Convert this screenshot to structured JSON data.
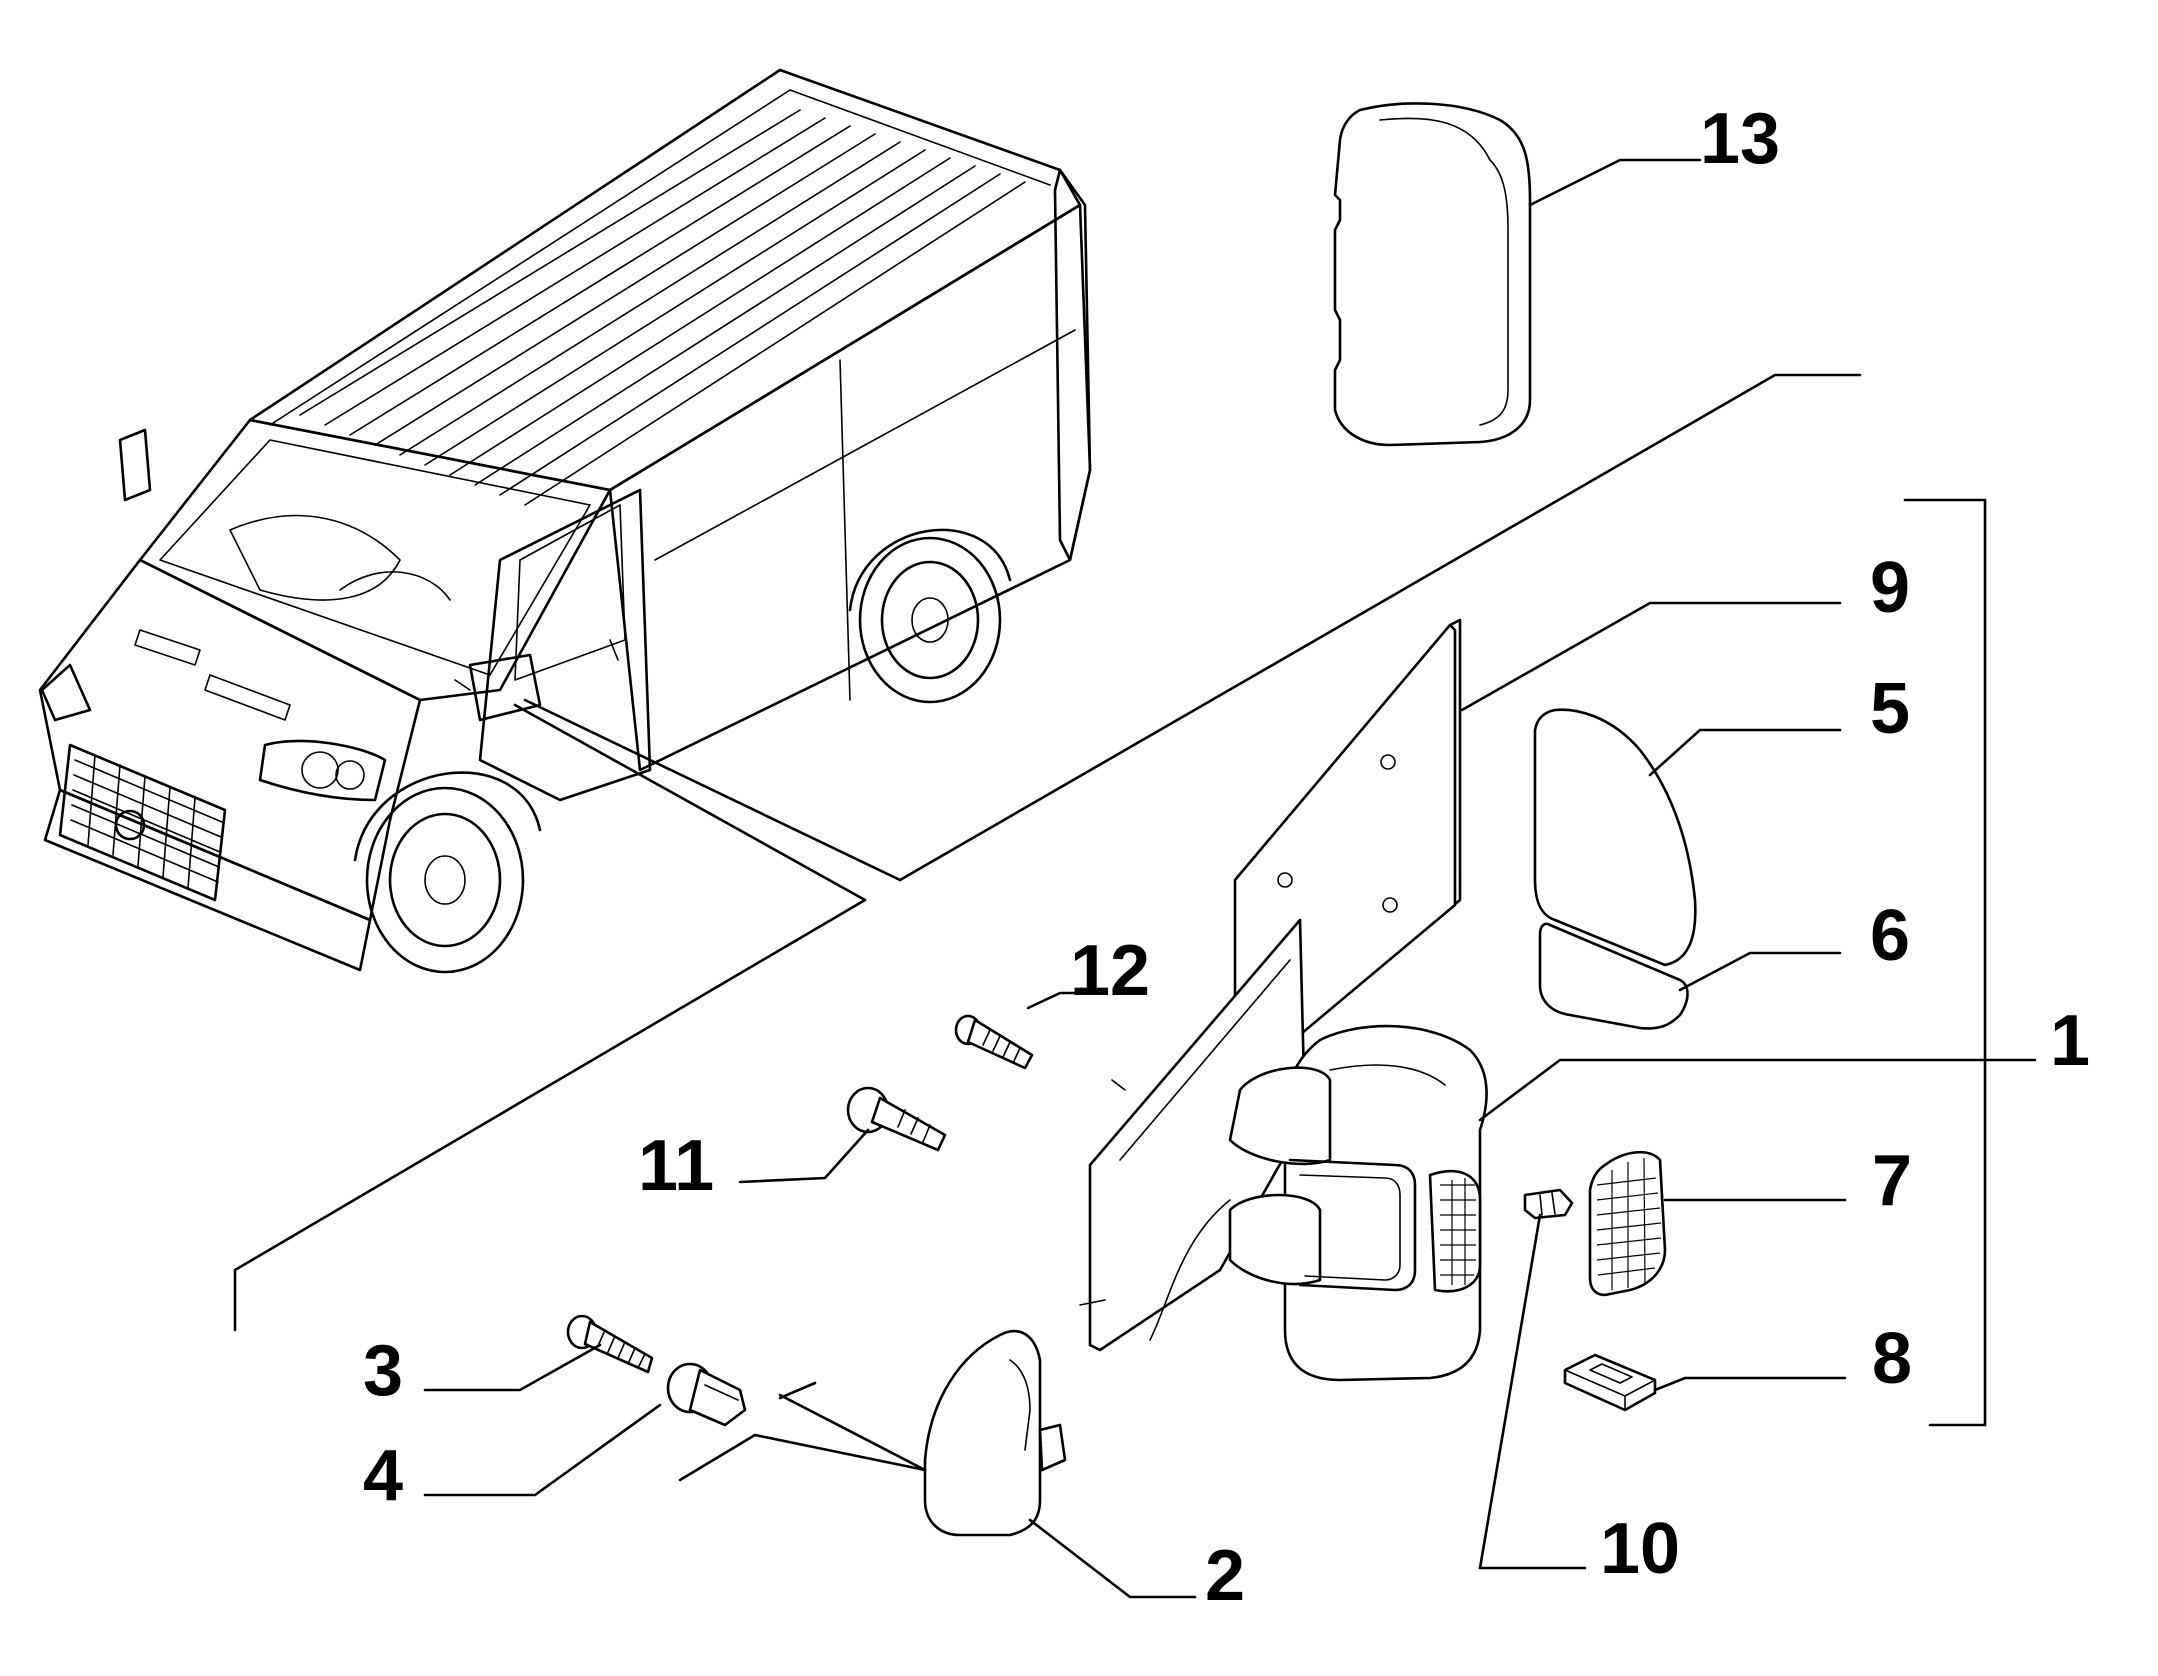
{
  "diagram": {
    "vehicle_icon_name": "van-outline-icon",
    "callouts": [
      {
        "id": "c13",
        "label": "13"
      },
      {
        "id": "c9",
        "label": "9"
      },
      {
        "id": "c5",
        "label": "5"
      },
      {
        "id": "c6",
        "label": "6"
      },
      {
        "id": "c1",
        "label": "1"
      },
      {
        "id": "c12",
        "label": "12"
      },
      {
        "id": "c11",
        "label": "11"
      },
      {
        "id": "c7",
        "label": "7"
      },
      {
        "id": "c8",
        "label": "8"
      },
      {
        "id": "c3",
        "label": "3"
      },
      {
        "id": "c4",
        "label": "4"
      },
      {
        "id": "c2",
        "label": "2"
      },
      {
        "id": "c10",
        "label": "10"
      }
    ],
    "colors": {
      "line": "#000000",
      "background": "#ffffff"
    }
  }
}
